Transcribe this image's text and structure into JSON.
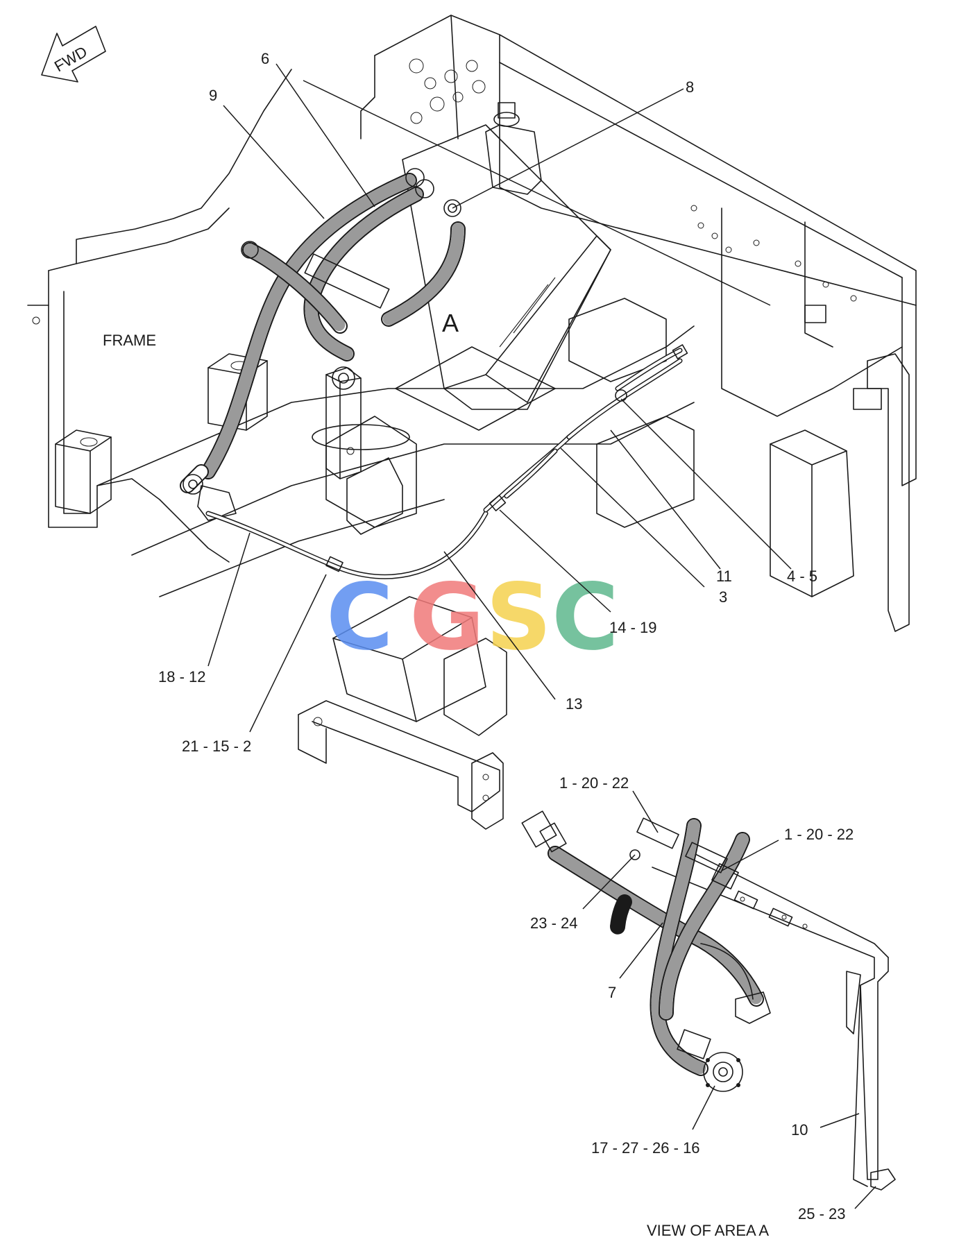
{
  "fwd_label": "FWD",
  "frame_label": "FRAME",
  "area_label": "A",
  "view_caption": "VIEW OF AREA A",
  "watermark": {
    "letters": [
      "C",
      "G",
      "S",
      "C"
    ],
    "colors": [
      "#5a8ef0",
      "#f07a7a",
      "#f5d24f",
      "#5fb88e"
    ]
  },
  "callouts": [
    {
      "id": "c6",
      "label": "6"
    },
    {
      "id": "c9",
      "label": "9"
    },
    {
      "id": "c8",
      "label": "8"
    },
    {
      "id": "c11",
      "label": "11"
    },
    {
      "id": "c4-5",
      "label": "4 - 5"
    },
    {
      "id": "c3",
      "label": "3"
    },
    {
      "id": "c14-19",
      "label": "14 - 19"
    },
    {
      "id": "c13",
      "label": "13"
    },
    {
      "id": "c18-12",
      "label": "18 - 12"
    },
    {
      "id": "c21-15-2",
      "label": "21 - 15 - 2"
    },
    {
      "id": "c1-20-22-a",
      "label": "1 - 20 - 22"
    },
    {
      "id": "c1-20-22-b",
      "label": "1 - 20 - 22"
    },
    {
      "id": "c23-24",
      "label": "23 - 24"
    },
    {
      "id": "c7",
      "label": "7"
    },
    {
      "id": "c10",
      "label": "10"
    },
    {
      "id": "c17-27-26-16",
      "label": "17 - 27 - 26 - 16"
    },
    {
      "id": "c25-23",
      "label": "25 - 23"
    }
  ]
}
